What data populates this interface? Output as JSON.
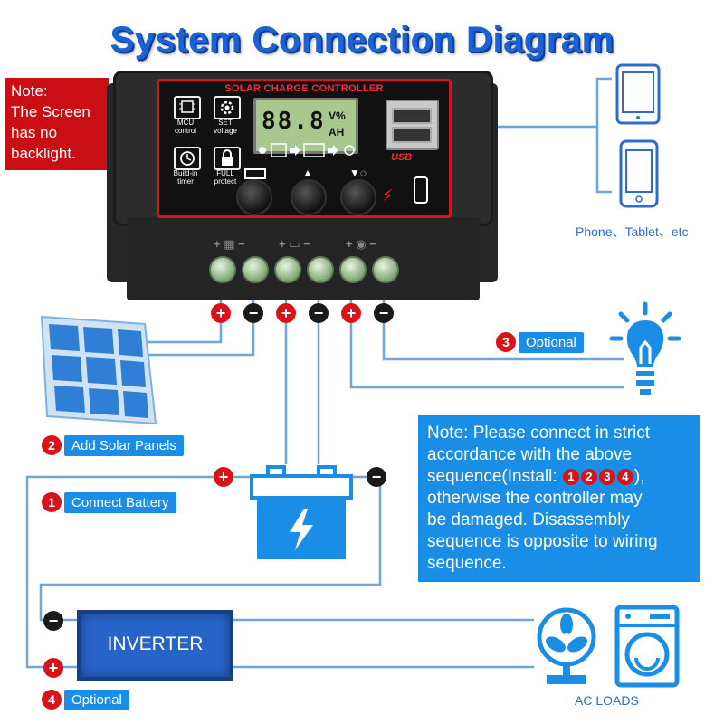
{
  "title": "System Connection Diagram",
  "note_red": [
    "Note:",
    "The Screen",
    "has no",
    "backlight."
  ],
  "controller": {
    "panel_title": "SOLAR CHARGE CONTROLLER",
    "lcd_value": "88.8",
    "lcd_units": [
      "V%",
      "AH"
    ],
    "usb_label": "USB",
    "icons": [
      {
        "label": "MCU control"
      },
      {
        "label": "SET voltage"
      },
      {
        "label": "Build-in timer"
      },
      {
        "label": "FULL protect"
      }
    ],
    "terminal_groups": [
      "+ ▦ −",
      "+ ▭ −",
      "+ ◉ −"
    ]
  },
  "devices_label": "Phone、Tablet、etc",
  "steps": [
    {
      "num": "1",
      "label": "Connect Battery"
    },
    {
      "num": "2",
      "label": "Add Solar Panels"
    },
    {
      "num": "3",
      "label": "Optional"
    },
    {
      "num": "4",
      "label": "Optional"
    }
  ],
  "note_blue": {
    "line1": "Note: Please connect in strict",
    "line2": "accordance with the above",
    "line3a": "sequence(Install: ",
    "nums": [
      "1",
      "2",
      "3",
      "4"
    ],
    "line3b": "),",
    "line4": "otherwise the controller may",
    "line5": "be damaged. Disassembly",
    "line6": "sequence is opposite to wiring",
    "line7": "sequence."
  },
  "inverter_label": "INVERTER",
  "ac_loads_label": "AC LOADS",
  "colors": {
    "title": "#1a63d6",
    "wire": "#5b9bd5",
    "label_bg": "#1a8ee6",
    "accent_red": "#d8131a"
  }
}
